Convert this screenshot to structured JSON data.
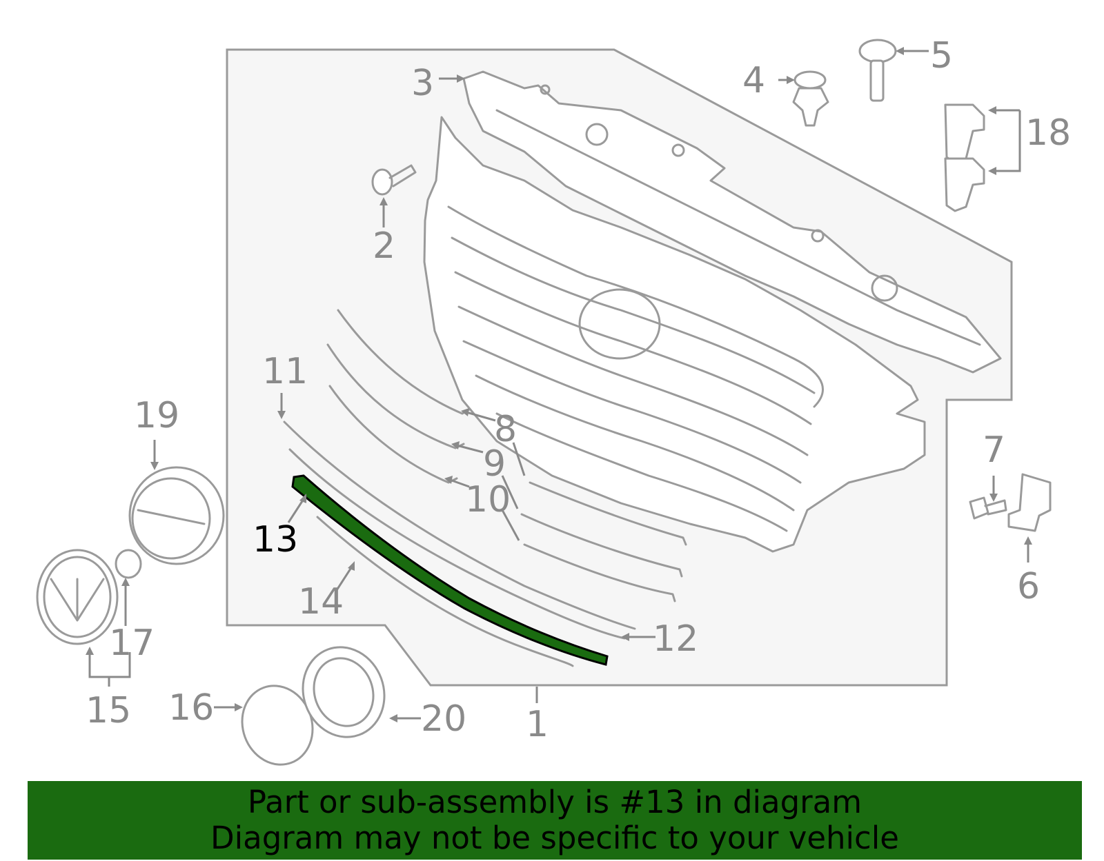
{
  "diagram": {
    "highlight_color": "#1a6b10",
    "callouts": [
      {
        "id": "1",
        "label": "1"
      },
      {
        "id": "2",
        "label": "2"
      },
      {
        "id": "3",
        "label": "3"
      },
      {
        "id": "4",
        "label": "4"
      },
      {
        "id": "5",
        "label": "5"
      },
      {
        "id": "6",
        "label": "6"
      },
      {
        "id": "7",
        "label": "7"
      },
      {
        "id": "8",
        "label": "8"
      },
      {
        "id": "9",
        "label": "9"
      },
      {
        "id": "10",
        "label": "10"
      },
      {
        "id": "11",
        "label": "11"
      },
      {
        "id": "12",
        "label": "12"
      },
      {
        "id": "13",
        "label": "13",
        "highlighted": true
      },
      {
        "id": "14",
        "label": "14"
      },
      {
        "id": "15",
        "label": "15"
      },
      {
        "id": "16",
        "label": "16"
      },
      {
        "id": "17",
        "label": "17"
      },
      {
        "id": "18",
        "label": "18"
      },
      {
        "id": "19",
        "label": "19"
      },
      {
        "id": "20",
        "label": "20"
      }
    ]
  },
  "banner": {
    "line1": "Part or sub-assembly is #13 in diagram",
    "line2": "Diagram may not be specific to your vehicle",
    "background": "#1a6b10"
  }
}
